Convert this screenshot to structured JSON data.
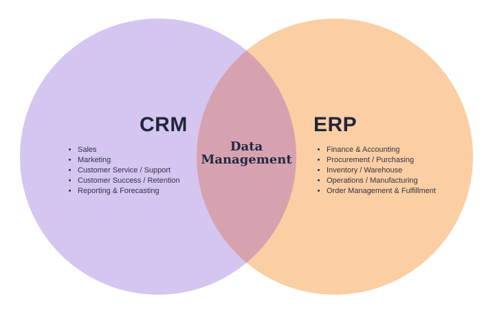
{
  "diagram": {
    "type": "venn",
    "overlap_label": "Data Management",
    "colors": {
      "left_circle": "#d5c5f1",
      "right_circle": "#fccea4",
      "overlap": "#d6a2af",
      "title_text": "#202639",
      "list_text": "#2e3342",
      "overlap_text": "#232842"
    },
    "crm": {
      "title": "CRM",
      "items": [
        "Sales",
        "Marketing",
        "Customer Service / Support",
        "Customer Success / Retention",
        "Reporting & Forecasting"
      ]
    },
    "erp": {
      "title": "ERP",
      "items": [
        "Finance & Accounting",
        "Procurement / Purchasing",
        "Inventory / Warehouse",
        "Operations / Manufacturing",
        "Order Management & Fulfillment"
      ]
    }
  }
}
